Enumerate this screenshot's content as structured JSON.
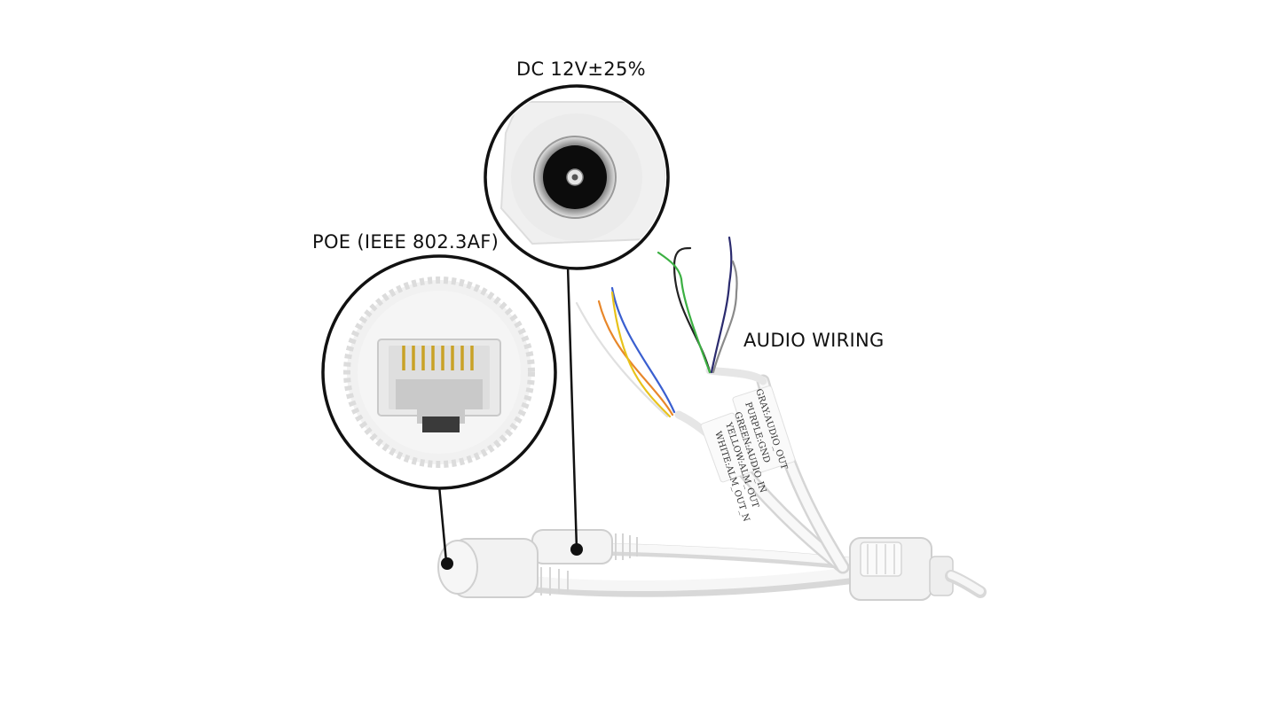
{
  "labels": {
    "dc": "DC 12V±25%",
    "poe": "POE (IEEE 802.3AF)",
    "audio": "AUDIO WIRING"
  },
  "wire_tags": {
    "gray": "GRAY:AUDIO_OUT",
    "purple": "PURPLE:GND",
    "green": "GREEN:AUDIO_IN",
    "yellow": "YELLOW:ALM_OUT",
    "white": "WHITE:ALM_OUT_N"
  },
  "colors": {
    "background": "#ffffff",
    "cable": "#f2f2f2",
    "cable_shade": "#d6d6d6",
    "callout_ring": "#111111",
    "rj45_pins": "#c9a227",
    "wire_green": "#3cb043",
    "wire_purple": "#2b2b6e",
    "wire_gray": "#8a8a8a",
    "wire_black": "#222222",
    "wire_orange": "#e8872a",
    "wire_yellow": "#e8c21a",
    "wire_blue": "#3a5fd0",
    "wire_white": "#e6e6e6"
  },
  "icons": {
    "dc_jack": "barrel-jack-icon",
    "poe_port": "rj45-port-icon"
  }
}
